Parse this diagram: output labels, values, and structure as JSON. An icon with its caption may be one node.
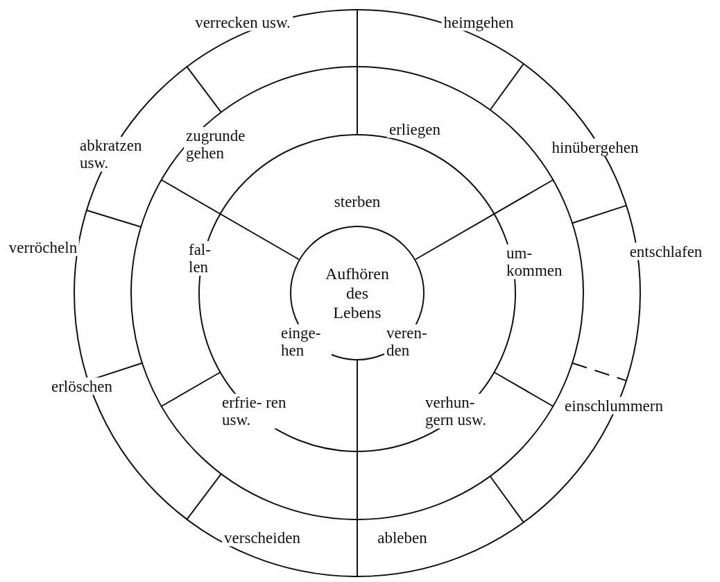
{
  "diagram": {
    "nodes": [
      {
        "text": [
          "Aufhören des Lebens"
        ]
      },
      {
        "text": [
          "sterben"
        ]
      },
      {
        "text": [
          "einge- hen"
        ]
      },
      {
        "text": [
          "veren- den"
        ]
      },
      {
        "text": [
          "zugrunde gehen"
        ]
      },
      {
        "text": [
          "erliegen"
        ]
      },
      {
        "text": [
          "fal- len"
        ]
      },
      {
        "text": [
          "um- kommen"
        ]
      },
      {
        "text": [
          "erfrie- ren usw."
        ]
      },
      {
        "text": [
          "verhun- gern usw."
        ]
      },
      {
        "text": [
          "verrecken usw."
        ]
      },
      {
        "text": [
          "heimgehen"
        ]
      },
      {
        "text": [
          "abkratzen usw."
        ]
      },
      {
        "text": [
          "hinübergehen"
        ]
      },
      {
        "text": [
          "verröcheln"
        ]
      },
      {
        "text": [
          "entschlafen"
        ]
      },
      {
        "text": [
          "erlöschen"
        ]
      },
      {
        "text": [
          "einschlummern"
        ]
      },
      {
        "text": [
          "verscheiden"
        ]
      },
      {
        "text": [
          "ableben"
        ]
      }
    ]
  }
}
